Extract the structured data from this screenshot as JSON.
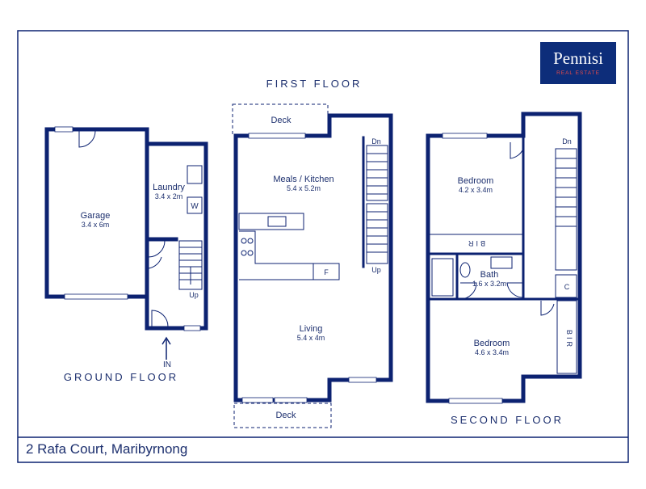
{
  "logo": {
    "name": "Pennisi",
    "subtitle": "REAL ESTATE"
  },
  "floor_titles": {
    "first": "FIRST FLOOR",
    "ground": "GROUND FLOOR",
    "second": "SECOND FLOOR"
  },
  "address": "2 Rafa Court, Maribyrnong",
  "ground": {
    "garage": {
      "name": "Garage",
      "size": "3.4 x 6m"
    },
    "laundry": {
      "name": "Laundry",
      "size": "3.4 x 2m"
    },
    "washer": "W",
    "stairs_up": "Up",
    "entry": "IN"
  },
  "first": {
    "deck_top": "Deck",
    "kitchen": {
      "name": "Meals / Kitchen",
      "size": "5.4 x 5.2m"
    },
    "fridge": "F",
    "stairs_dn": "Dn",
    "stairs_up": "Up",
    "living": {
      "name": "Living",
      "size": "5.4 x 4m"
    },
    "deck_bottom": "Deck"
  },
  "second": {
    "bedroom1": {
      "name": "Bedroom",
      "size": "4.2 x 3.4m"
    },
    "bir1": "BIR",
    "bath": {
      "name": "Bath",
      "size": "1.6 x 3.2m"
    },
    "stairs_dn": "Dn",
    "cupboard": "C",
    "bedroom2": {
      "name": "Bedroom",
      "size": "4.6 x 3.4m"
    },
    "bir2": "BIR"
  },
  "colors": {
    "wall": "#0c2271",
    "text": "#1c2f6e",
    "logo_bg": "#0d2d7a"
  }
}
